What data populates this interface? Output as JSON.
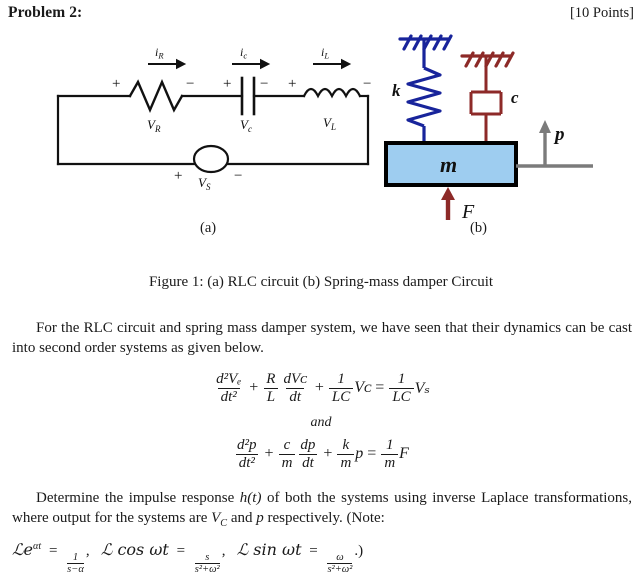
{
  "header": {
    "problem_title": "Problem 2:",
    "points": "[10 Points]"
  },
  "figure": {
    "caption_a": "(a)",
    "caption_b": "(b)",
    "label": "Figure 1: (a) RLC circuit (b) Spring-mass damper Circuit",
    "circuit": {
      "current_labels": [
        "i",
        "i",
        "i"
      ],
      "current_subs": [
        "R",
        "c",
        "L"
      ],
      "component_labels": [
        "V",
        "V",
        "V"
      ],
      "component_subs": [
        "R",
        "c",
        "L"
      ],
      "source_label": "V",
      "source_sub": "S",
      "plus": "+",
      "minus": "−"
    },
    "mechanical": {
      "spring_label": "k",
      "damper_label": "c",
      "mass_label": "m",
      "force_label": "F",
      "displacement_label": "p",
      "spring_color": "#18249b",
      "damper_color": "#8d2a28",
      "mass_fill": "#9ecdf0",
      "mass_stroke": "#000000",
      "arrow_gray": "#7b7b7b"
    }
  },
  "body": {
    "para1_lead": "For the RLC circuit and spring mass damper system, we have seen that their dynamics can be cast into second order systems as given below.",
    "and_text": "and",
    "para2_part1": "Determine the impulse response ",
    "para2_h": "h(t)",
    "para2_part2": " of both the systems using inverse Laplace transformations, where output for the systems are ",
    "para2_vc": "V",
    "para2_vc_sub": "C",
    "para2_part3": " and ",
    "para2_p": "p",
    "para2_part4": " respectively.  (Note:"
  },
  "equations": {
    "eq1": {
      "t1_num": "d²Vₑ",
      "t1_den": "dt²",
      "plus1": "+",
      "t2_num": "R",
      "t2_den": "L",
      "t3_num": "dVᴄ",
      "t3_den": "dt",
      "plus2": "+",
      "t4_num": "1",
      "t4_den": "LC",
      "t4_tail": "Vᴄ",
      "eq": "=",
      "t5_num": "1",
      "t5_den": "LC",
      "t5_tail": "Vₛ"
    },
    "eq2": {
      "t1_num": "d²p",
      "t1_den": "dt²",
      "plus1": "+",
      "t2_num": "c",
      "t2_den": "m",
      "t3_num": "dp",
      "t3_den": "dt",
      "plus2": "+",
      "t4_num": "k",
      "t4_den": "m",
      "t4_tail": "p",
      "eq": "=",
      "t5_num": "1",
      "t5_den": "m",
      "t5_tail": "F"
    }
  },
  "laplace": {
    "f1_lhs": "ℒe",
    "f1_exp": "αt",
    "f1_eq": "=",
    "f1_num": "1",
    "f1_den": "s−α",
    "f1_comma": ",",
    "f2_lhs": "ℒ cos ωt",
    "f2_eq": "=",
    "f2_num": "s",
    "f2_den": "s²+ω²",
    "f2_comma": ",",
    "f3_lhs": "ℒ sin ωt",
    "f3_eq": "=",
    "f3_num": "ω",
    "f3_den": "s²+ω²",
    "f3_tail": ".)"
  }
}
